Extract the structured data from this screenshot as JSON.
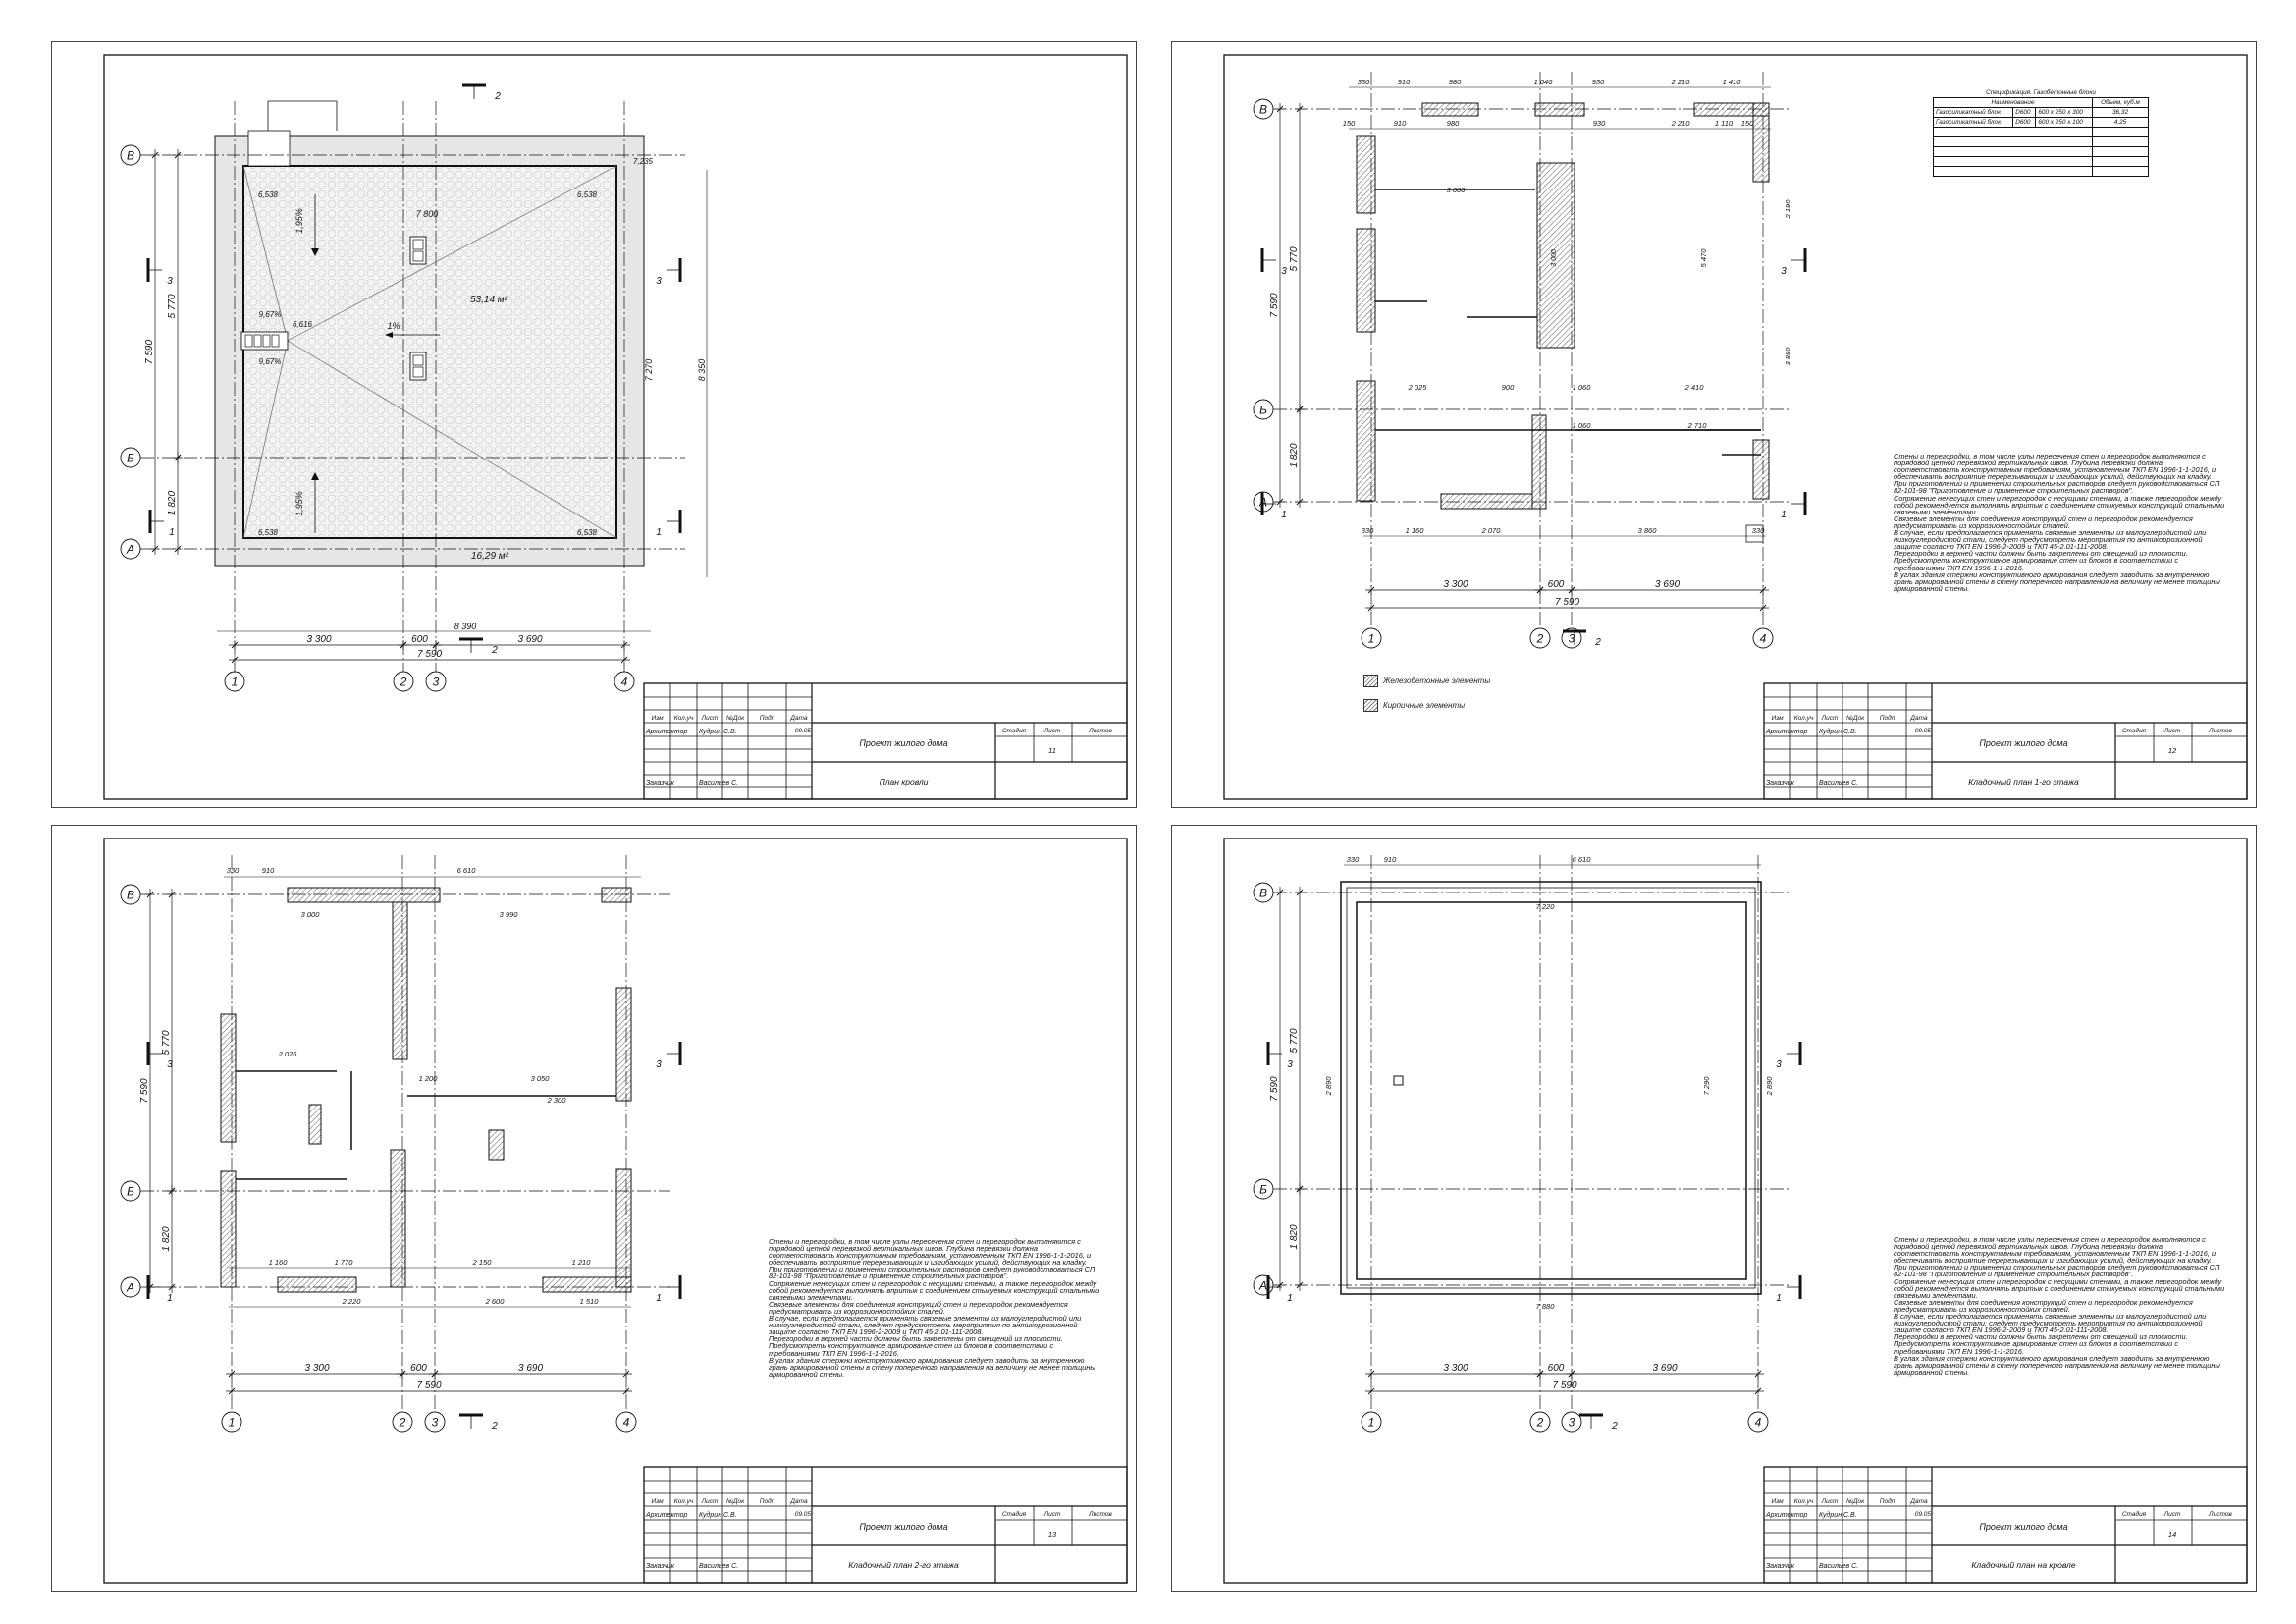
{
  "title_block": {
    "headers": [
      "Изм",
      "Кол.уч",
      "Лист",
      "№Док",
      "Подп",
      "Дата"
    ],
    "architect_role": "Архитектор",
    "architect_name": "Кудрин С.В.",
    "date": "09.05",
    "customer_role": "Заказчик",
    "customer_name": "Васильев С.",
    "project": "Проект жилого дома",
    "stage_label": "Стадия",
    "sheet_label": "Лист",
    "sheets_label": "Листов"
  },
  "axes": {
    "columns": [
      "1",
      "2",
      "3",
      "4"
    ],
    "rows": [
      "В",
      "Б",
      "А"
    ],
    "sections": [
      "1",
      "2",
      "3"
    ]
  },
  "main_dims": {
    "span_1_2": "3 300",
    "span_2_3": "600",
    "span_3_4": "3 690",
    "total_x": "7 590",
    "span_v_b": "5 770",
    "span_b_a": "1 820",
    "total_y": "7 590"
  },
  "sheets": [
    {
      "title": "План кровли",
      "number": "11",
      "labels": {
        "area_main": "53,14 м²",
        "area_low": "16,29 м²",
        "level_corner": "6,538",
        "level_drain": "6,616",
        "level_parapet": "7,235",
        "dim_top": "7 800",
        "dim_inner_v": "7 270",
        "dim_outer_v": "8 350",
        "dim_outer_h": "8 390",
        "slope_main": "1,95%",
        "slope_side": "9,67%",
        "slope_flat": "1%"
      }
    },
    {
      "title": "Кладочный план 1-го этажа",
      "number": "12",
      "dims": [
        "330",
        "910",
        "980",
        "1 040",
        "930",
        "2 210",
        "1 410",
        "150",
        "910",
        "980",
        "930",
        "2 210",
        "1 110",
        "150",
        "3 000",
        "2 025",
        "900",
        "1 060",
        "2 410",
        "1 060",
        "2 710",
        "330",
        "1 160",
        "2 070",
        "3 860",
        "330",
        "5 470",
        "2 190",
        "3 880"
      ],
      "legend": [
        "Железобетонные элементы",
        "Кирпичные элементы"
      ],
      "spec": {
        "title": "Спецификация. Газобетонные блоки",
        "headers": [
          "Наименование",
          "Объем, куб.м"
        ],
        "rows": [
          {
            "name": "Газосиликатный блок",
            "grade": "D600",
            "size": "600 x 250 x 300",
            "volume": "36,32"
          },
          {
            "name": "Газосиликатный блок",
            "grade": "D600",
            "size": "600 x 250 x 100",
            "volume": "4,25"
          }
        ]
      }
    },
    {
      "title": "Кладочный план 2-го этажа",
      "number": "13",
      "dims": [
        "330",
        "6 610",
        "910",
        "3 000",
        "3 990",
        "2 026",
        "1 200",
        "3 050",
        "2 300",
        "1 160",
        "1 770",
        "2 150",
        "1 210",
        "2 220",
        "2 600",
        "1 510"
      ]
    },
    {
      "title": "Кладочный план на кровле",
      "number": "14",
      "dims": [
        "6 610",
        "330",
        "910",
        "7 220",
        "7 880",
        "7 290",
        "2 890",
        "2 890"
      ]
    }
  ],
  "notes": [
    "Стены и перегородки, в том числе узлы пересечения стен и перегородок выполняются с порядовой цепной перевязкой вертикальных швов. Глубина перевязки должна соответствовать конструктивным требованиям, установленным ТКП EN 1996-1-1-2016, и обеспечивать восприятие перерезывающих и изгибающих усилий, действующих на кладку.",
    "При приготовлении и применении строительных растворов следует руководствоваться СП 82-101-98 \"Приготовление и применение строительных растворов\".",
    "Сопряжение ненесущих стен и перегородок с несущими стенами, а также перегородок между собой рекомендуется выполнять впритык с соединением стыкуемых конструкций стальными связевыми элементами.",
    "Связевые элементы для соединения конструкций стен и перегородок рекомендуется предусматривать из коррозионностойких сталей.",
    "В случае, если предполагается применять связевые элементы из малоуглеродистой или низкоуглеродистой стали, следует предусмотреть мероприятия по антикоррозионной защите согласно ТКП EN 1996-2-2009 и ТКП 45-2.01-111-2008.",
    "Перегородки в верхней части должны быть закреплены от смещений из плоскости.",
    "Предусмотреть конструктивное армирование стен из блоков в соответствии с требованиями ТКП EN 1996-1-1-2016.",
    "В углах здания стержни конструктивного армирования следует заводить за внутреннюю грань армированной стены в стену поперечного направления на величину не менее толщины армированной стены."
  ],
  "colors": {
    "line": "#111111",
    "area_main": "#2a3f9a",
    "area_low": "#d01c1c",
    "roof_border": "#e6e6e6",
    "roof_fill": "#f3f3f3"
  }
}
